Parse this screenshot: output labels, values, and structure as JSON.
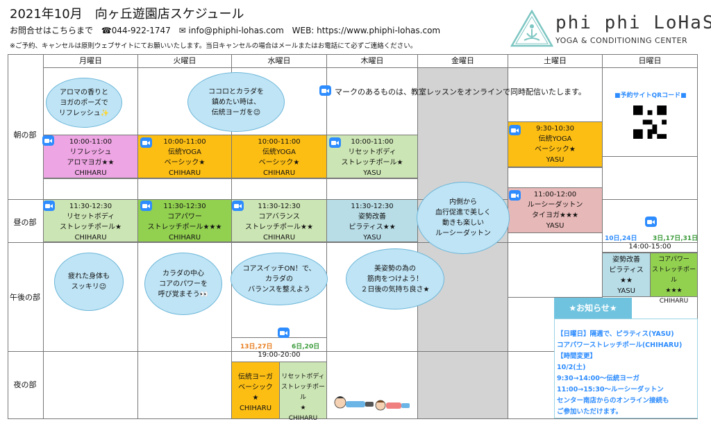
{
  "header": {
    "title": "2021年10月　向ヶ丘遊園店スケジュール",
    "contact_label": "お問合せはこちらまで",
    "phone": "☎044-922-1747",
    "email": "✉ info@phiphi-lohas.com",
    "web": "WEB: https://www.phiphi-lohas.com",
    "notice": "※ご予約、キャンセルは原則ウェブサイトにてお願いいたします。当日キャンセルの場合はメールまたはお電話にて必ずご連絡ください。"
  },
  "logo": {
    "name": "phi phi LoHaS",
    "subtitle": "YOGA & CONDITIONING CENTER"
  },
  "days": [
    "月曜日",
    "火曜日",
    "水曜日",
    "木曜日",
    "金曜日",
    "土曜日",
    "日曜日"
  ],
  "slots": [
    "朝の部",
    "昼の部",
    "午後の部",
    "夜の部"
  ],
  "online_note": "マークのあるものは、教室レッスンをオンラインで同時配信いたします。",
  "classes": {
    "mon_am": {
      "time": "10:00-11:00",
      "name": "リフレッシュ",
      "sub": "アロマヨガ★★",
      "teacher": "CHIHARU"
    },
    "tue_am": {
      "time": "10:00-11:00",
      "name": "伝統YOGA",
      "sub": "ベーシック★",
      "teacher": "CHIHARU"
    },
    "wed_am": {
      "time": "10:00-11:00",
      "name": "伝統YOGA",
      "sub": "ベーシック★",
      "teacher": "CHIHARU"
    },
    "thu_am": {
      "time": "10:00-11:00",
      "name": "リセットボディ",
      "sub": "ストレッチポール★",
      "teacher": "YASU"
    },
    "sat_am": {
      "time": "9:30-10:30",
      "name": "伝統YOGA",
      "sub": "ベーシック★",
      "teacher": "YASU"
    },
    "mon_noon": {
      "time": "11:30-12:30",
      "name": "リセットボディ",
      "sub": "ストレッチポール★",
      "teacher": "CHIHARU"
    },
    "tue_noon": {
      "time": "11:30-12:30",
      "name": "コアパワー",
      "sub": "ストレッチポール★★★",
      "teacher": "CHIHARU"
    },
    "wed_noon": {
      "time": "11:30-12:30",
      "name": "コアバランス",
      "sub": "ストレッチポール★★",
      "teacher": "CHIHARU"
    },
    "thu_noon": {
      "time": "11:30-12:30",
      "name": "姿勢改善",
      "sub": "ピラティス★★",
      "teacher": "YASU"
    },
    "sat_noon": {
      "time": "11:00-12:00",
      "name": "ルーシーダットン",
      "sub": "タイヨガ★★★",
      "teacher": "YASU"
    },
    "sun_pm1": {
      "name": "姿勢改善",
      "sub": "ピラティス",
      "stars": "★★",
      "teacher": "YASU"
    },
    "sun_pm2": {
      "name": "コアパワー",
      "sub": "ストレッチポール",
      "stars": "★★★",
      "teacher": "CHIHARU"
    },
    "wed_night1": {
      "name": "伝統ヨーガ",
      "sub": "ベーシック",
      "stars": "★",
      "teacher": "CHIHARU"
    },
    "wed_night2": {
      "name": "リセットボディ",
      "sub": "ストレッチポール",
      "stars": "★",
      "teacher": "CHIHARU"
    }
  },
  "sunday": {
    "qr_title": "■予約サイトQRコード■",
    "dates_a": "10日,24日",
    "dates_b": "3日,17日,31日",
    "pm_time": "14:00-15:00"
  },
  "wednesday_pm": {
    "dates_a": "13日,27日",
    "dates_b": "6日,20日",
    "night_time": "19:00-20:00"
  },
  "bubbles": {
    "b1": "アロマの香りと\nヨガのポーズで\nリフレッシュ✨",
    "b2": "ココロとカラダを\n鎮めたい時は、\n伝統ヨーガを😉",
    "b3": "内側から\n血行促進で美しく\n動きも楽しい\nルーシーダットン",
    "b4": "疲れた身体も\nスッキリ😉",
    "b5": "カラダの中心\nコアのパワーを\n呼び覚まそう👀",
    "b6": "コアスイッチON！で、\nカラダの\nバランスを整えよう",
    "b7": "美姿勢の為の\n筋肉をつけよう！\n２日後の気持ち良さ★"
  },
  "news": {
    "title": "★お知らせ★",
    "lines": [
      "【日曜日】隔週で、ピラティス(YASU)",
      "コアパワーストレッチポール(CHIHARU)",
      "【時間変更】",
      "10/2(土)",
      "9:30→14:00～伝統ヨーガ",
      "11:00→15:30～ルーシーダットン",
      "センター南店からのオンライン接続も",
      "ご参加いただけます。"
    ]
  },
  "colors": {
    "orange": "#fdbe13",
    "pink": "#eea5e3",
    "green": "#92d050",
    "light_green": "#cce5b4",
    "light_blue": "#b8dde7",
    "rose": "#e6b8b7",
    "zoom_blue": "#2d8cff"
  }
}
